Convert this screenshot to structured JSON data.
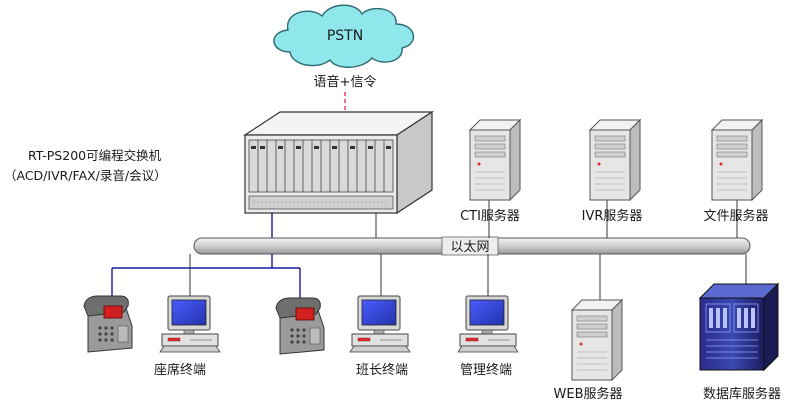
{
  "pstn": "PSTN",
  "voice_signaling": "语音+信令",
  "switch": {
    "name": "RT-PS200可编程交换机",
    "functions": "（ACD/IVR/FAX/录音/会议）"
  },
  "ethernet": "以太网",
  "servers": {
    "cti": "CTI服务器",
    "ivr": "IVR服务器",
    "file": "文件服务器",
    "web": "WEB服务器",
    "database": "数据库服务器"
  },
  "terminals": {
    "agent": "座席终端",
    "monitor": "班长终端",
    "admin": "管理终端"
  },
  "colors": {
    "cloud": "#8fe7ec",
    "phone_line": "#1a1aa8",
    "bus": "#dcdcdc"
  }
}
